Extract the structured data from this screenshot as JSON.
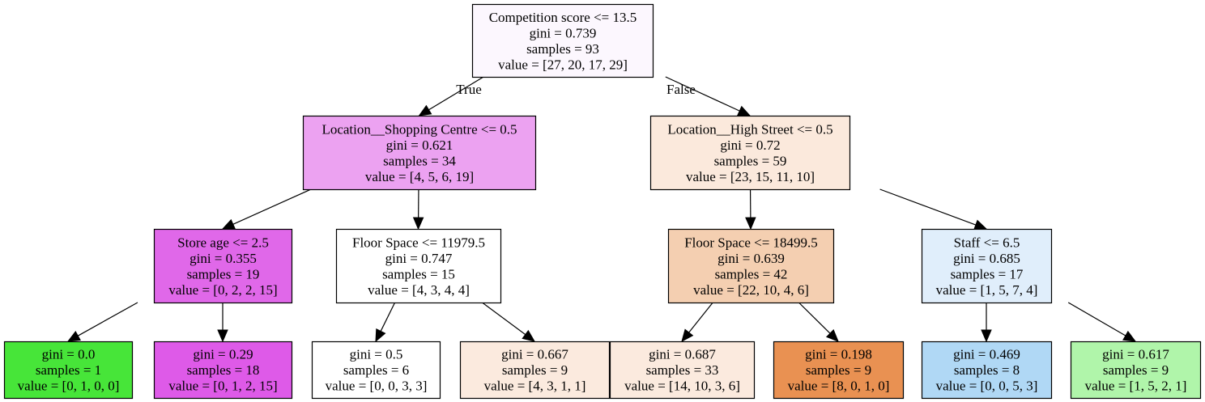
{
  "edge_labels": {
    "left": "True",
    "right": "False"
  },
  "nodes": [
    {
      "id": "n0",
      "lines": [
        "Competition score <= 13.5",
        "gini = 0.739",
        "samples = 93",
        "value = [27, 20, 17, 29]"
      ],
      "fill": "#fcf7fe"
    },
    {
      "id": "n1",
      "lines": [
        "Location__Shopping Centre <= 0.5",
        "gini = 0.621",
        "samples = 34",
        "value = [4, 5, 6, 19]"
      ],
      "fill": "#eca2f1"
    },
    {
      "id": "n2",
      "lines": [
        "Location__High Street <= 0.5",
        "gini = 0.72",
        "samples = 59",
        "value = [23, 15, 11, 10]"
      ],
      "fill": "#fbe9dc"
    },
    {
      "id": "n3",
      "lines": [
        "Store age <= 2.5",
        "gini = 0.355",
        "samples = 19",
        "value = [0, 2, 2, 15]"
      ],
      "fill": "#e068e9"
    },
    {
      "id": "n4",
      "lines": [
        "Floor Space <= 11979.5",
        "gini = 0.747",
        "samples = 15",
        "value = [4, 3, 4, 4]"
      ],
      "fill": "#ffffff"
    },
    {
      "id": "n5",
      "lines": [
        "Floor Space <= 18499.5",
        "gini = 0.639",
        "samples = 42",
        "value = [22, 10, 4, 6]"
      ],
      "fill": "#f4cfb1"
    },
    {
      "id": "n6",
      "lines": [
        "Staff <= 6.5",
        "gini = 0.685",
        "samples = 17",
        "value = [1, 5, 7, 4]"
      ],
      "fill": "#e0eefb"
    },
    {
      "id": "n7",
      "lines": [
        "gini = 0.0",
        "samples = 1",
        "value = [0, 1, 0, 0]"
      ],
      "fill": "#47e539"
    },
    {
      "id": "n8",
      "lines": [
        "gini = 0.29",
        "samples = 18",
        "value = [0, 1, 2, 15]"
      ],
      "fill": "#de5ae8"
    },
    {
      "id": "n9",
      "lines": [
        "gini = 0.5",
        "samples = 6",
        "value = [0, 0, 3, 3]"
      ],
      "fill": "#ffffff"
    },
    {
      "id": "n10",
      "lines": [
        "gini = 0.667",
        "samples = 9",
        "value = [4, 3, 1, 1]"
      ],
      "fill": "#fbeade"
    },
    {
      "id": "n11",
      "lines": [
        "gini = 0.687",
        "samples = 33",
        "value = [14, 10, 3, 6]"
      ],
      "fill": "#fbeade"
    },
    {
      "id": "n12",
      "lines": [
        "gini = 0.198",
        "samples = 9",
        "value = [8, 0, 1, 0]"
      ],
      "fill": "#e99152"
    },
    {
      "id": "n13",
      "lines": [
        "gini = 0.469",
        "samples = 8",
        "value = [0, 0, 5, 3]"
      ],
      "fill": "#b0d8f5"
    },
    {
      "id": "n14",
      "lines": [
        "gini = 0.617",
        "samples = 9",
        "value = [1, 5, 2, 1]"
      ],
      "fill": "#b0f5aa"
    }
  ],
  "edges": [
    {
      "from": "n0",
      "to": "n1",
      "label": "left"
    },
    {
      "from": "n0",
      "to": "n2",
      "label": "right"
    },
    {
      "from": "n1",
      "to": "n3"
    },
    {
      "from": "n1",
      "to": "n4"
    },
    {
      "from": "n2",
      "to": "n5"
    },
    {
      "from": "n2",
      "to": "n6"
    },
    {
      "from": "n3",
      "to": "n7"
    },
    {
      "from": "n3",
      "to": "n8"
    },
    {
      "from": "n4",
      "to": "n9"
    },
    {
      "from": "n4",
      "to": "n10"
    },
    {
      "from": "n5",
      "to": "n11"
    },
    {
      "from": "n5",
      "to": "n12"
    },
    {
      "from": "n6",
      "to": "n13"
    },
    {
      "from": "n6",
      "to": "n14"
    }
  ]
}
